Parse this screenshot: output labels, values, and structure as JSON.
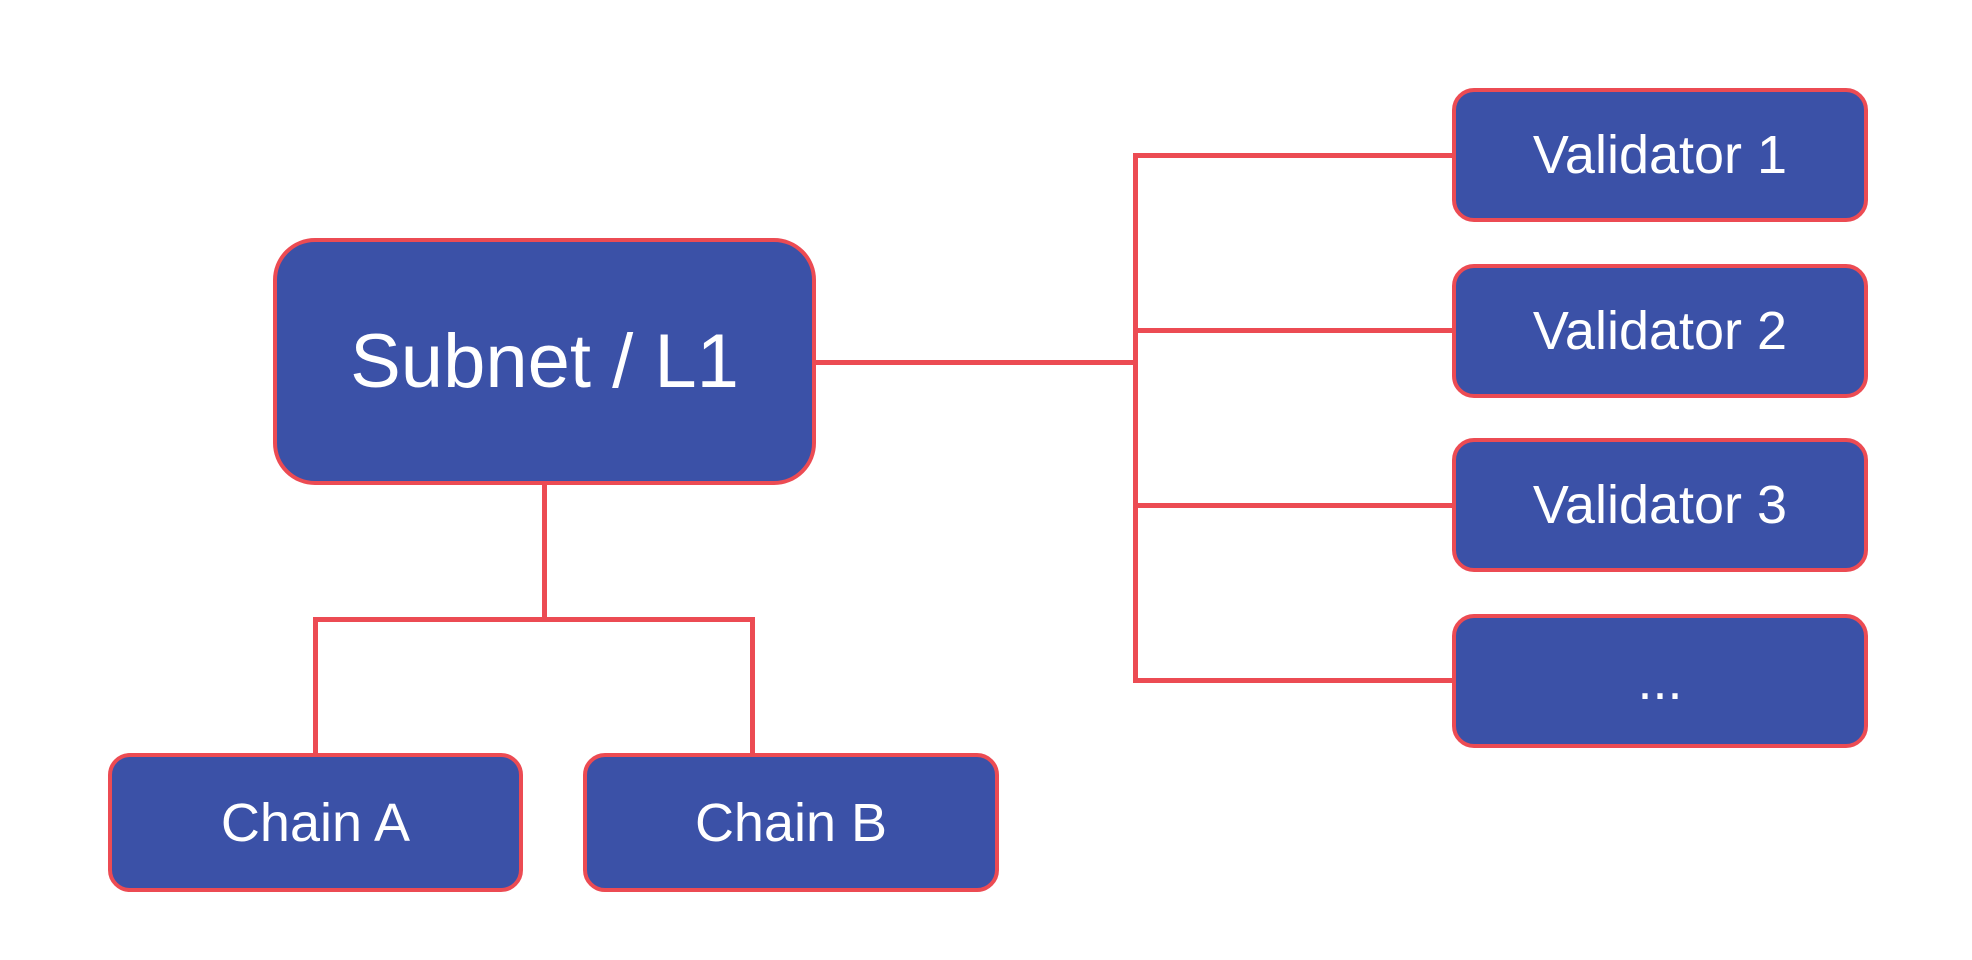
{
  "diagram": {
    "nodes": {
      "subnet": {
        "label": "Subnet / L1"
      },
      "chain_a": {
        "label": "Chain A"
      },
      "chain_b": {
        "label": "Chain B"
      },
      "validators": [
        {
          "label": "Validator 1"
        },
        {
          "label": "Validator 2"
        },
        {
          "label": "Validator 3"
        },
        {
          "label": "..."
        }
      ]
    },
    "colors": {
      "node_fill": "#3B51A7",
      "node_border": "#EC4B53",
      "connector": "#EC4B53",
      "text": "#FFFFFF",
      "background": "#FFFFFF"
    }
  }
}
